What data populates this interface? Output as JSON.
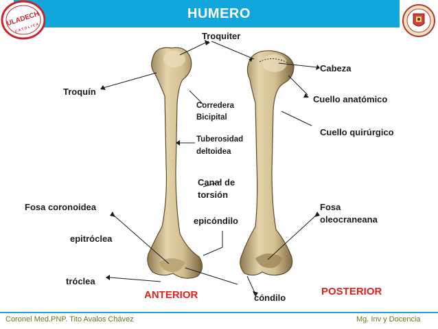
{
  "header": {
    "title": "HUMERO",
    "logo_left_text_top": "ULADECH",
    "logo_left_text_bottom": "CATOLICA"
  },
  "labels": {
    "troquiter": "Troquiter",
    "cabeza": "Cabeza",
    "troquin": "Troquín",
    "cuello_anatomico": "Cuello anatómico",
    "corredera_1": "Corredera",
    "corredera_2": "Bicipital",
    "cuello_quirurgico": "Cuello quirúrgico",
    "tuberosidad_1": "Tuberosidad",
    "tuberosidad_2": "deltoidea",
    "canal_1": "Canal de",
    "canal_2": "torsión",
    "fosa_coronoidea": "Fosa coronoidea",
    "fosa_ol_1": "Fosa",
    "fosa_ol_2": "oleocraneana",
    "epicondilo": "epicóndilo",
    "epitroclea": "epitróclea",
    "troclea": "tróclea",
    "condilo": "cóndilo",
    "anterior": "ANTERIOR",
    "posterior": "POSTERIOR"
  },
  "footer": {
    "left": "Coronel Med.PNP. Tito Avalos Chávez",
    "right": "Mg. Inv y Docencia"
  },
  "colors": {
    "accent": "#12a7dc",
    "view_label": "#e3201b",
    "footer_text": "#5a7a1a",
    "bone": "#c9b88a"
  }
}
